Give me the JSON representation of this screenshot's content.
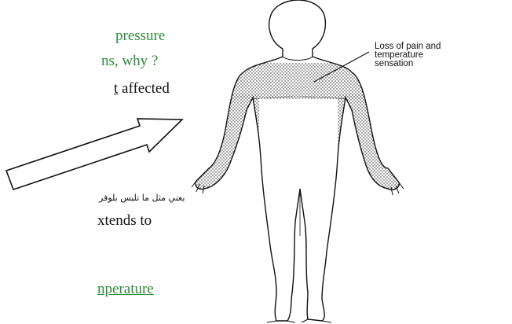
{
  "left_text": {
    "line1": "pressure",
    "line2": "ns, why ?",
    "line3_underlined": "t",
    "line3_rest": " affected",
    "arabic_note": "يعني مثل ما تلبس بلوفر",
    "line_extends": "xtends to",
    "line_bottom": "nperature"
  },
  "figure": {
    "label_lines": [
      "Loss of pain and",
      "temperature",
      "sensation"
    ]
  },
  "colors": {
    "text_green": "#2e8b3a",
    "text_black": "#111111"
  }
}
